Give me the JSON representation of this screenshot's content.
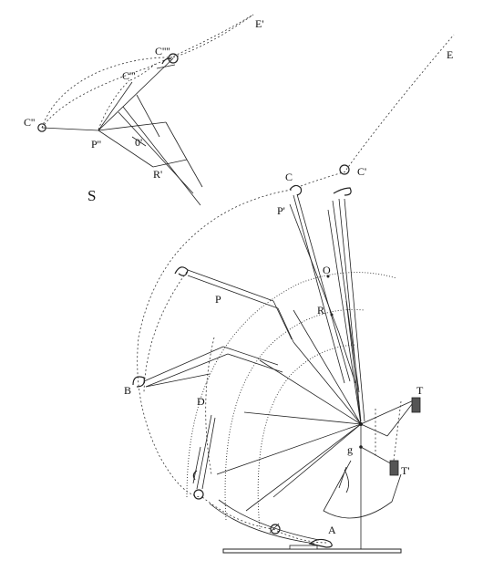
{
  "diagram": {
    "labels": {
      "E_prime": "E'",
      "C_5prime": "C''''",
      "C_4prime": "C'''",
      "C_2prime": "C''",
      "P_2prime": "P''",
      "O_prime": "0'",
      "R_prime": "R'",
      "S": "S",
      "E": "E",
      "C": "C",
      "C_prime": "C'",
      "P_prime": "P'",
      "O": "O",
      "P": "P",
      "R": "R",
      "B": "B",
      "D": "D",
      "T": "T",
      "g": "g",
      "T_prime": "T'",
      "A": "A"
    },
    "colors": {
      "ink": "#222222",
      "paper": "#ffffff"
    }
  }
}
